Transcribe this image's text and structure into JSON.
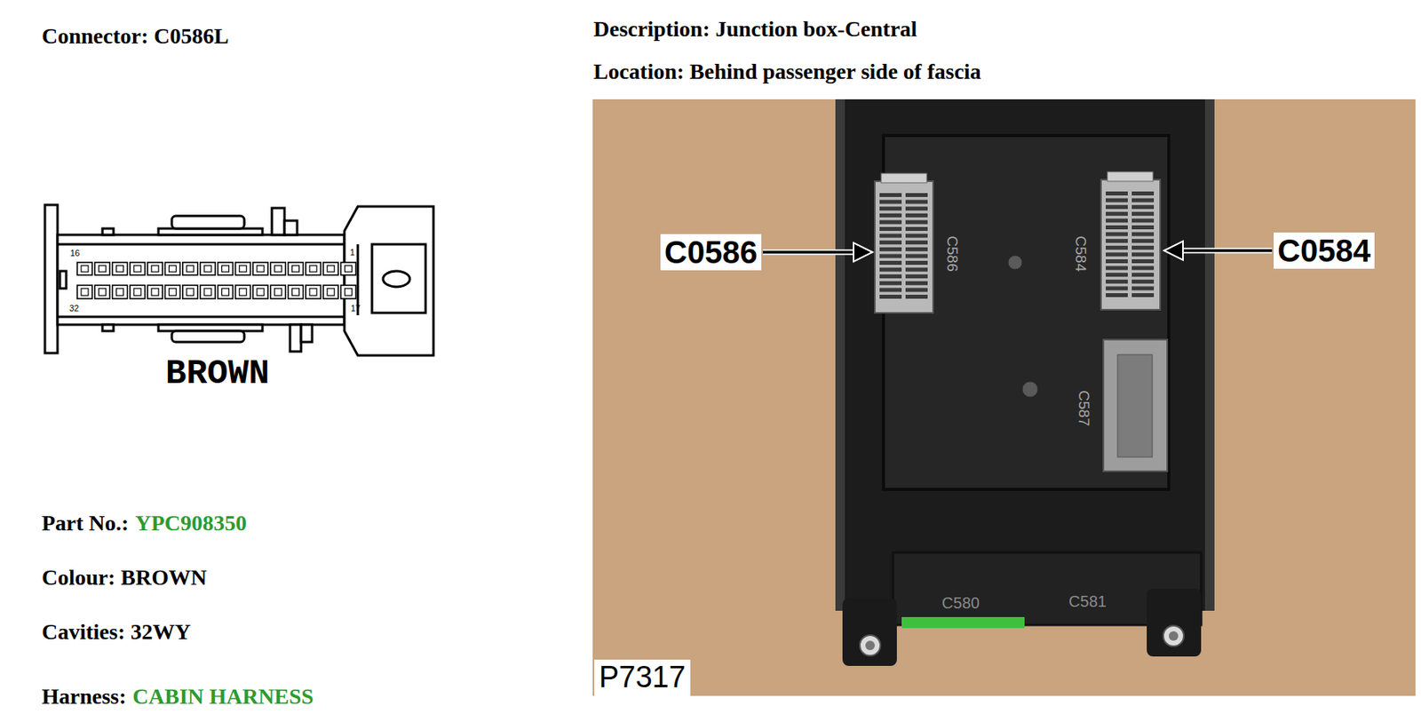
{
  "diagram": {
    "title": "Connector: C0586L",
    "nodes": [
      {
        "text": [
          "C0586"
        ]
      },
      {
        "text": [
          "C0584"
        ]
      },
      {
        "text": [
          "P7317"
        ]
      }
    ],
    "labels": [
      "Description: Junction box-Central",
      "Location: Behind passenger side of fascia",
      "16",
      "1",
      "32",
      "17",
      "BROWN",
      "C586",
      "C584",
      "C587",
      "C580",
      "C581",
      "Part No.:",
      "YPC908350",
      "Colour: BROWN",
      "Cavities: 32WY",
      "Harness:",
      "CABIN HARNESS"
    ]
  }
}
